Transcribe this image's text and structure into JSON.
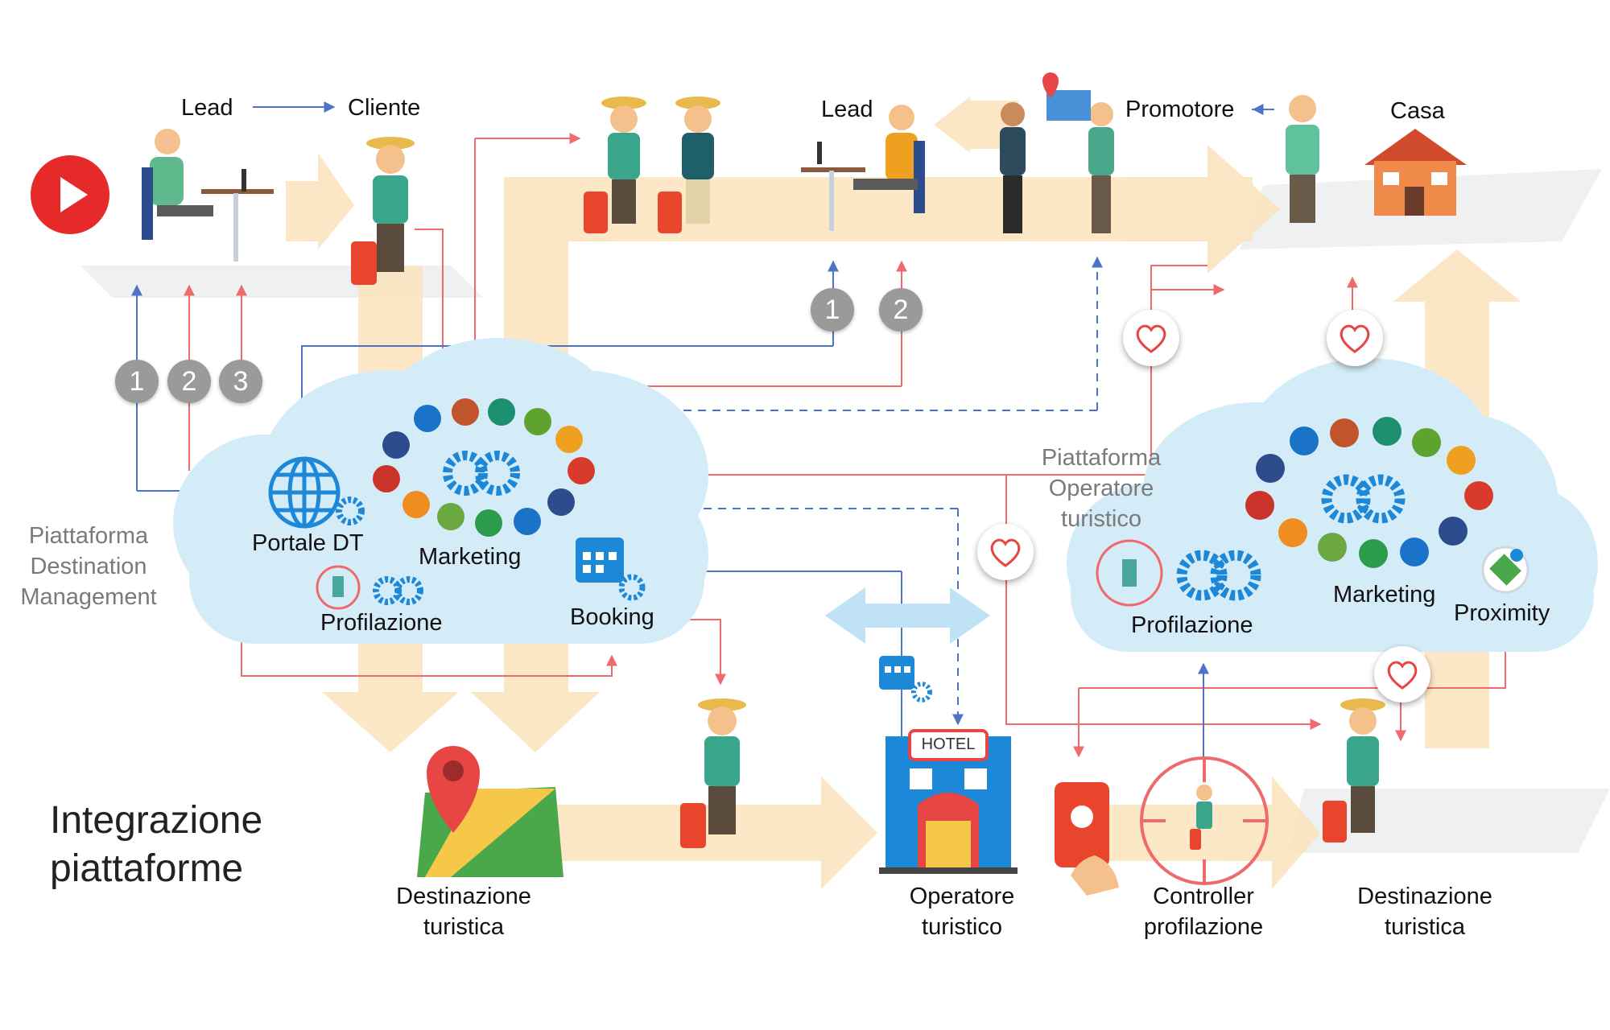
{
  "title": "Integrazione\npiattaforme",
  "platform_dm_label": "Piattaforma\nDestination\nManagement",
  "platform_op_label": "Piattaforma\nOperatore\nturistico",
  "top_flow": {
    "lead1": "Lead",
    "cliente": "Cliente",
    "lead2": "Lead",
    "promotore": "Promotore",
    "casa": "Casa"
  },
  "cloud_dm": {
    "portale": "Portale DT",
    "marketing": "Marketing",
    "profilazione": "Profilazione",
    "booking": "Booking"
  },
  "cloud_op": {
    "marketing": "Marketing",
    "profilazione": "Profilazione",
    "proximity": "Proximity"
  },
  "bottom": {
    "destinazione1": "Destinazione\nturistica",
    "operatore": "Operatore\nturistico",
    "controller": "Controller\nprofilazione",
    "destinazione2": "Destinazione\nturistica"
  },
  "hotel_sign": "HOTEL",
  "badges_left": [
    "1",
    "2",
    "3"
  ],
  "badges_top": [
    "1",
    "2"
  ],
  "icons": [
    "play-icon",
    "person-at-desk-icon",
    "tourist-icon",
    "handshake-icon",
    "house-icon",
    "globe-icon",
    "gear-icon",
    "calendar-icon",
    "map-pin-icon",
    "hotel-icon",
    "smartphone-location-icon",
    "target-icon",
    "heart-icon",
    "proximity-icon"
  ],
  "colors": {
    "flow_band": "#fbe3bd",
    "cloud": "#d4ecf8",
    "red_line": "#ef6b6b",
    "blue_line": "#4d74c4",
    "badge": "#9a9a9a",
    "accent_blue": "#1e88d8"
  }
}
